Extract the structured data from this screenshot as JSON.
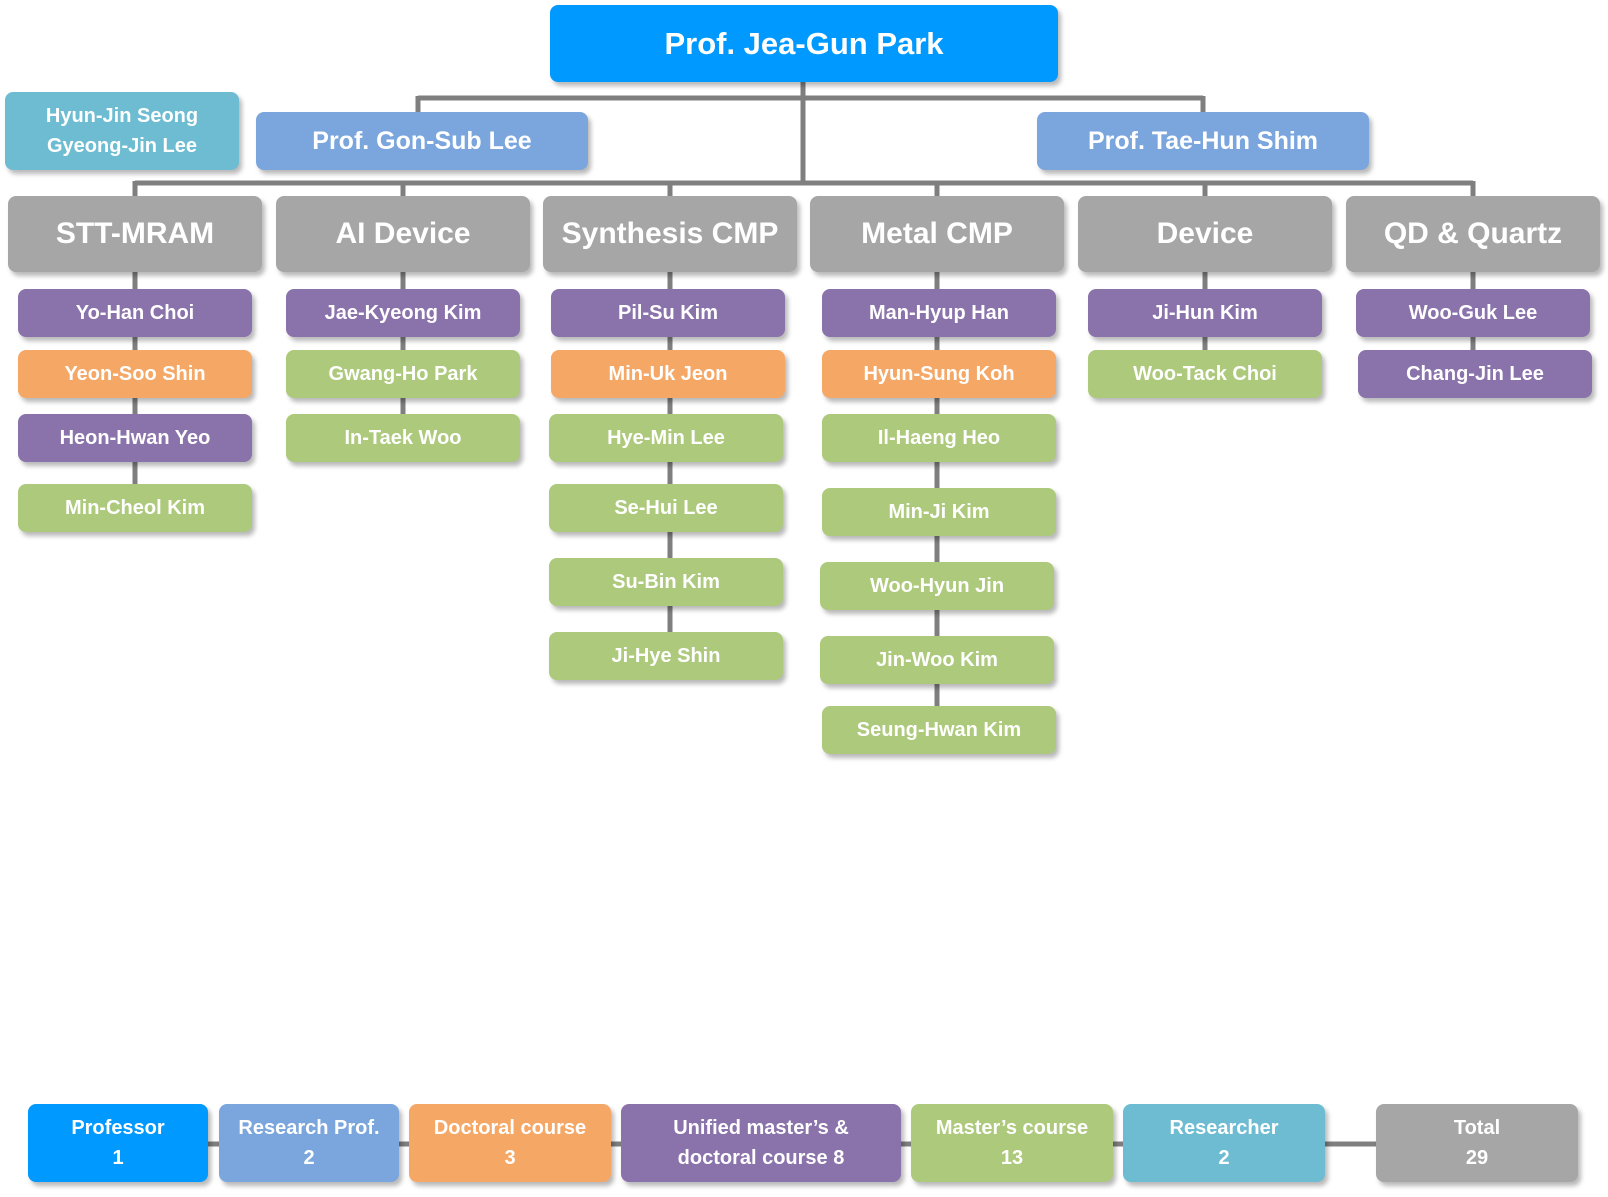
{
  "head": "Prof. Jea-Gun Park",
  "researchers": [
    "Hyun-Jin Seong",
    "Gyeong-Jin Lee"
  ],
  "research_profs": [
    "Prof. Gon-Sub Lee",
    "Prof. Tae-Hun Shim"
  ],
  "teams": [
    {
      "name": "STT-MRAM",
      "members": [
        {
          "name": "Yo-Han Choi",
          "role": "unified"
        },
        {
          "name": "Yeon-Soo Shin",
          "role": "doctoral"
        },
        {
          "name": "Heon-Hwan Yeo",
          "role": "unified"
        },
        {
          "name": "Min-Cheol Kim",
          "role": "masters"
        }
      ]
    },
    {
      "name": "AI Device",
      "members": [
        {
          "name": "Jae-Kyeong Kim",
          "role": "unified"
        },
        {
          "name": "Gwang-Ho Park",
          "role": "masters"
        },
        {
          "name": "In-Taek Woo",
          "role": "masters"
        }
      ]
    },
    {
      "name": "Synthesis CMP",
      "members": [
        {
          "name": "Pil-Su Kim",
          "role": "unified"
        },
        {
          "name": "Min-Uk Jeon",
          "role": "doctoral"
        },
        {
          "name": "Hye-Min Lee",
          "role": "masters"
        },
        {
          "name": "Se-Hui Lee",
          "role": "masters"
        },
        {
          "name": "Su-Bin Kim",
          "role": "masters"
        },
        {
          "name": "Ji-Hye Shin",
          "role": "masters"
        }
      ]
    },
    {
      "name": "Metal CMP",
      "members": [
        {
          "name": "Man-Hyup Han",
          "role": "unified"
        },
        {
          "name": "Hyun-Sung Koh",
          "role": "doctoral"
        },
        {
          "name": "Il-Haeng Heo",
          "role": "masters"
        },
        {
          "name": "Min-Ji Kim",
          "role": "masters"
        },
        {
          "name": "Woo-Hyun Jin",
          "role": "masters"
        },
        {
          "name": "Jin-Woo Kim",
          "role": "masters"
        },
        {
          "name": "Seung-Hwan Kim",
          "role": "masters"
        }
      ]
    },
    {
      "name": "Device",
      "members": [
        {
          "name": "Ji-Hun Kim",
          "role": "unified"
        },
        {
          "name": "Woo-Tack Choi",
          "role": "masters"
        }
      ]
    },
    {
      "name": "QD & Quartz",
      "members": [
        {
          "name": "Woo-Guk Lee",
          "role": "unified"
        },
        {
          "name": "Chang-Jin Lee",
          "role": "unified"
        }
      ]
    }
  ],
  "colors": {
    "professor": "#0099ff",
    "research_prof": "#7aa6dd",
    "doctoral": "#f5a766",
    "unified": "#8a72ab",
    "masters": "#adc97b",
    "researcher": "#6dbcd2",
    "total": "#a6a6a6",
    "connector": "#7f7f7f"
  },
  "legend": [
    {
      "line1": "Professor",
      "line2": "1"
    },
    {
      "line1": "Research Prof.",
      "line2": "2"
    },
    {
      "line1": "Doctoral course",
      "line2": "3"
    },
    {
      "line1": "Unified master’s &",
      "line2": "doctoral course 8"
    },
    {
      "line1": "Master’s course",
      "line2": "13"
    },
    {
      "line1": "Researcher",
      "line2": "2"
    },
    {
      "line1": "Total",
      "line2": "29"
    }
  ]
}
